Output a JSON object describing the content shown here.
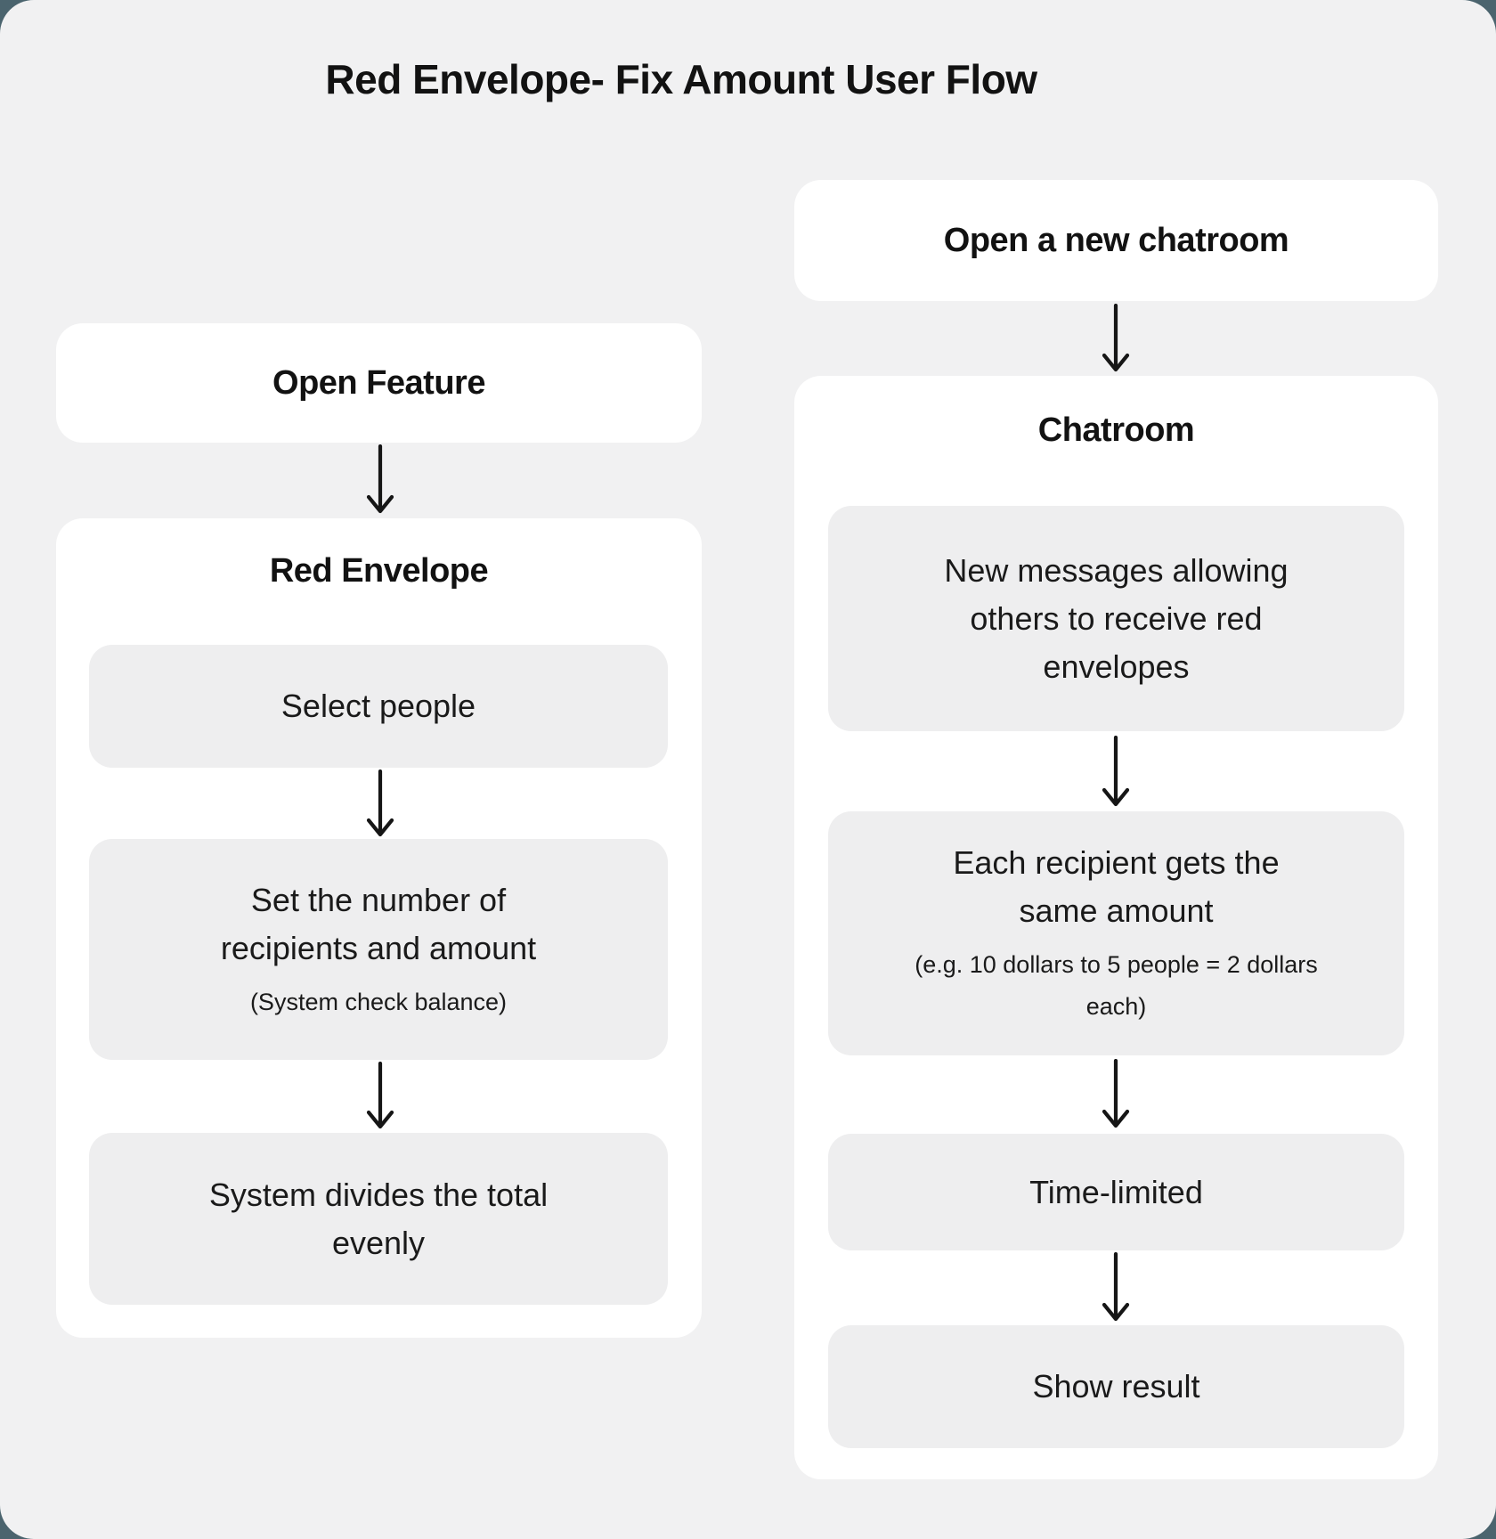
{
  "title": "Red Envelope- Fix Amount User Flow",
  "palette": {
    "page_bg": "#4b646e",
    "canvas_bg": "#f1f1f2",
    "card_bg": "#ffffff",
    "step_bg": "#eeeeef",
    "text": "#121212",
    "arrow": "#161616"
  },
  "left_flow": {
    "start": "Open Feature",
    "group_title": "Red Envelope",
    "steps": [
      {
        "text": "Select people",
        "note": ""
      },
      {
        "text": "Set the number of recipients and amount",
        "note": "(System check balance)"
      },
      {
        "text": "System divides the total evenly",
        "note": ""
      }
    ]
  },
  "right_flow": {
    "start": "Open a new chatroom",
    "group_title": "Chatroom",
    "steps": [
      {
        "text": "New messages allowing others to receive red envelopes",
        "note": ""
      },
      {
        "text": "Each recipient gets the same amount",
        "note": "(e.g. 10 dollars to 5 people = 2 dollars each)"
      },
      {
        "text": "Time-limited",
        "note": ""
      },
      {
        "text": "Show result",
        "note": ""
      }
    ]
  }
}
